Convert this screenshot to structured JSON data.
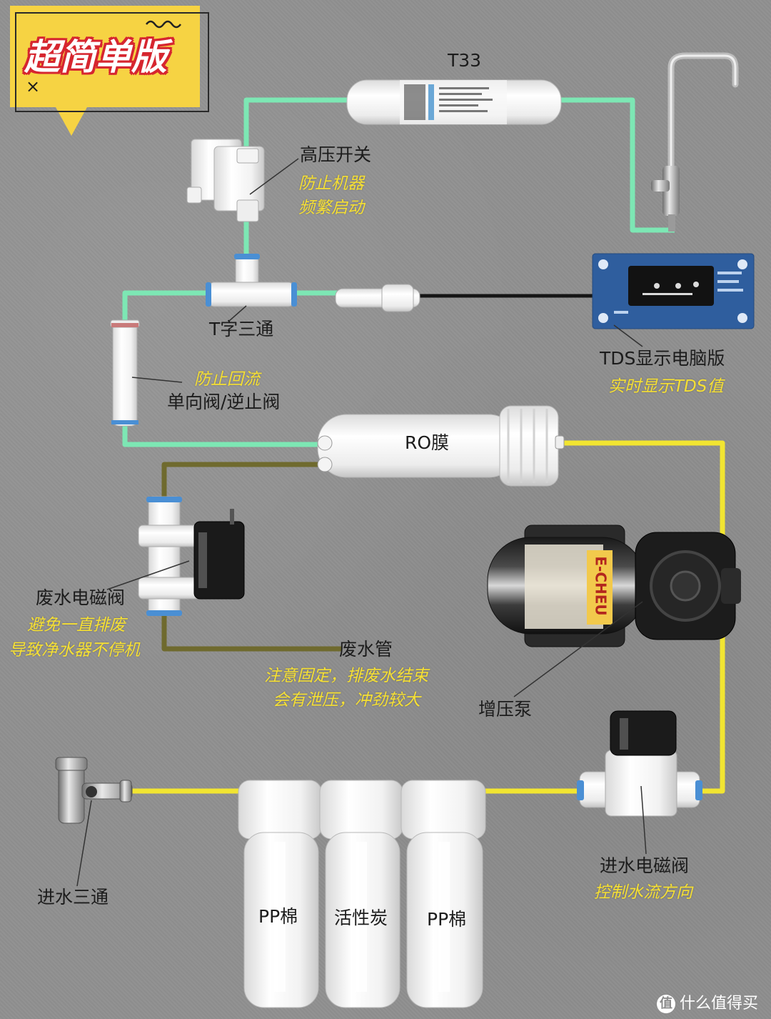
{
  "badge": {
    "title": "超简单版",
    "close_mark": "×"
  },
  "components": {
    "t33": {
      "label": "T33"
    },
    "high_pressure_switch": {
      "label": "高压开关",
      "note_line1": "防止机器",
      "note_line2": "频繁启动"
    },
    "tee": {
      "label": "T字三通"
    },
    "check_valve": {
      "note": "防止回流",
      "label": "单向阀/逆止阀"
    },
    "tds_board": {
      "label": "TDS显示电脑版",
      "note": "实时显示TDS值"
    },
    "ro_membrane": {
      "label": "RO膜"
    },
    "waste_solenoid": {
      "label": "废水电磁阀",
      "note_line1": "避免一直排废",
      "note_line2": "导致净水器不停机"
    },
    "waste_pipe": {
      "label": "废水管",
      "note_line1": "注意固定，排废水结束",
      "note_line2": "会有泄压，冲劲较大"
    },
    "booster_pump": {
      "label": "增压泵",
      "brand_text": "E-CHEU"
    },
    "inlet_solenoid": {
      "label": "进水电磁阀",
      "note": "控制水流方向"
    },
    "inlet_tee": {
      "label": "进水三通"
    },
    "filters": [
      {
        "label": "PP棉"
      },
      {
        "label": "活性炭"
      },
      {
        "label": "PP棉"
      }
    ]
  },
  "footer": {
    "icon_glyph": "值",
    "text": "什么值得买"
  },
  "colors": {
    "pure_water_pipe": "#7de7b4",
    "raw_water_pipe": "#f2e531",
    "waste_water_pipe": "#6f6a2e",
    "signal_wire": "#151515",
    "badge_fill": "#f6d343",
    "note_text": "#f6e034"
  }
}
